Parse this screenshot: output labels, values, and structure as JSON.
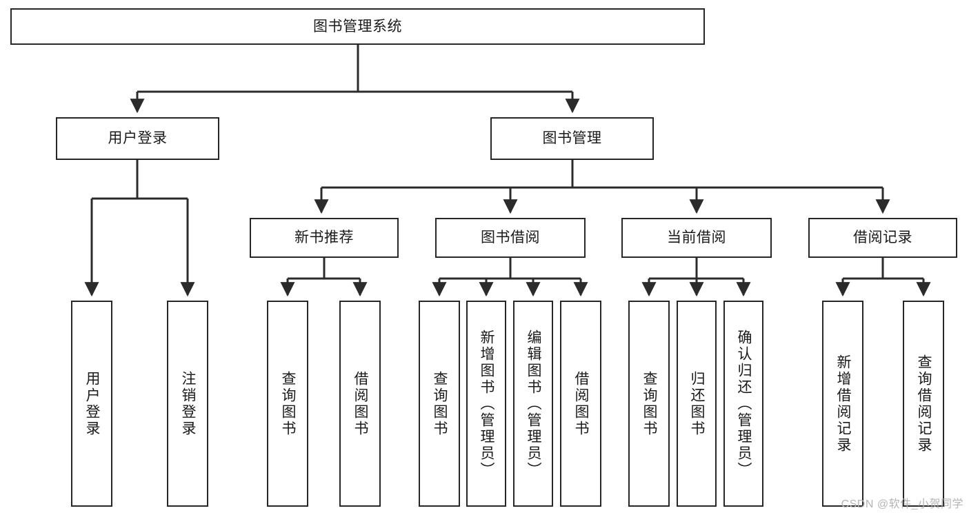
{
  "diagram": {
    "title": "图书管理系统",
    "type": "hierarchical-tree",
    "root": {
      "label": "图书管理系统"
    },
    "level2": [
      {
        "label": "用户登录"
      },
      {
        "label": "图书管理"
      }
    ],
    "level3": [
      {
        "label": "新书推荐"
      },
      {
        "label": "图书借阅"
      },
      {
        "label": "当前借阅"
      },
      {
        "label": "借阅记录"
      }
    ],
    "leaves": {
      "user_login": [
        {
          "label": "用户登录"
        },
        {
          "label": "注销登录"
        }
      ],
      "new_book_recommend": [
        {
          "label": "查询图书"
        },
        {
          "label": "借阅图书"
        }
      ],
      "book_borrow": [
        {
          "label": "查询图书"
        },
        {
          "label": "新增图书（管理员）"
        },
        {
          "label": "编辑图书（管理员）"
        },
        {
          "label": "借阅图书"
        }
      ],
      "current_borrow": [
        {
          "label": "查询图书"
        },
        {
          "label": "归还图书"
        },
        {
          "label": "确认归还（管理员）"
        }
      ],
      "borrow_record": [
        {
          "label": "新增借阅记录"
        },
        {
          "label": "查询借阅记录"
        }
      ]
    }
  },
  "watermark": {
    "text": "CSDN @软件_小贺同学"
  },
  "colors": {
    "box_border": "#262626",
    "box_fill": "#ffffff",
    "line": "#2b2b2b",
    "text": "#1a1a1a",
    "watermark": "#b5b5b5",
    "background": "#ffffff"
  }
}
